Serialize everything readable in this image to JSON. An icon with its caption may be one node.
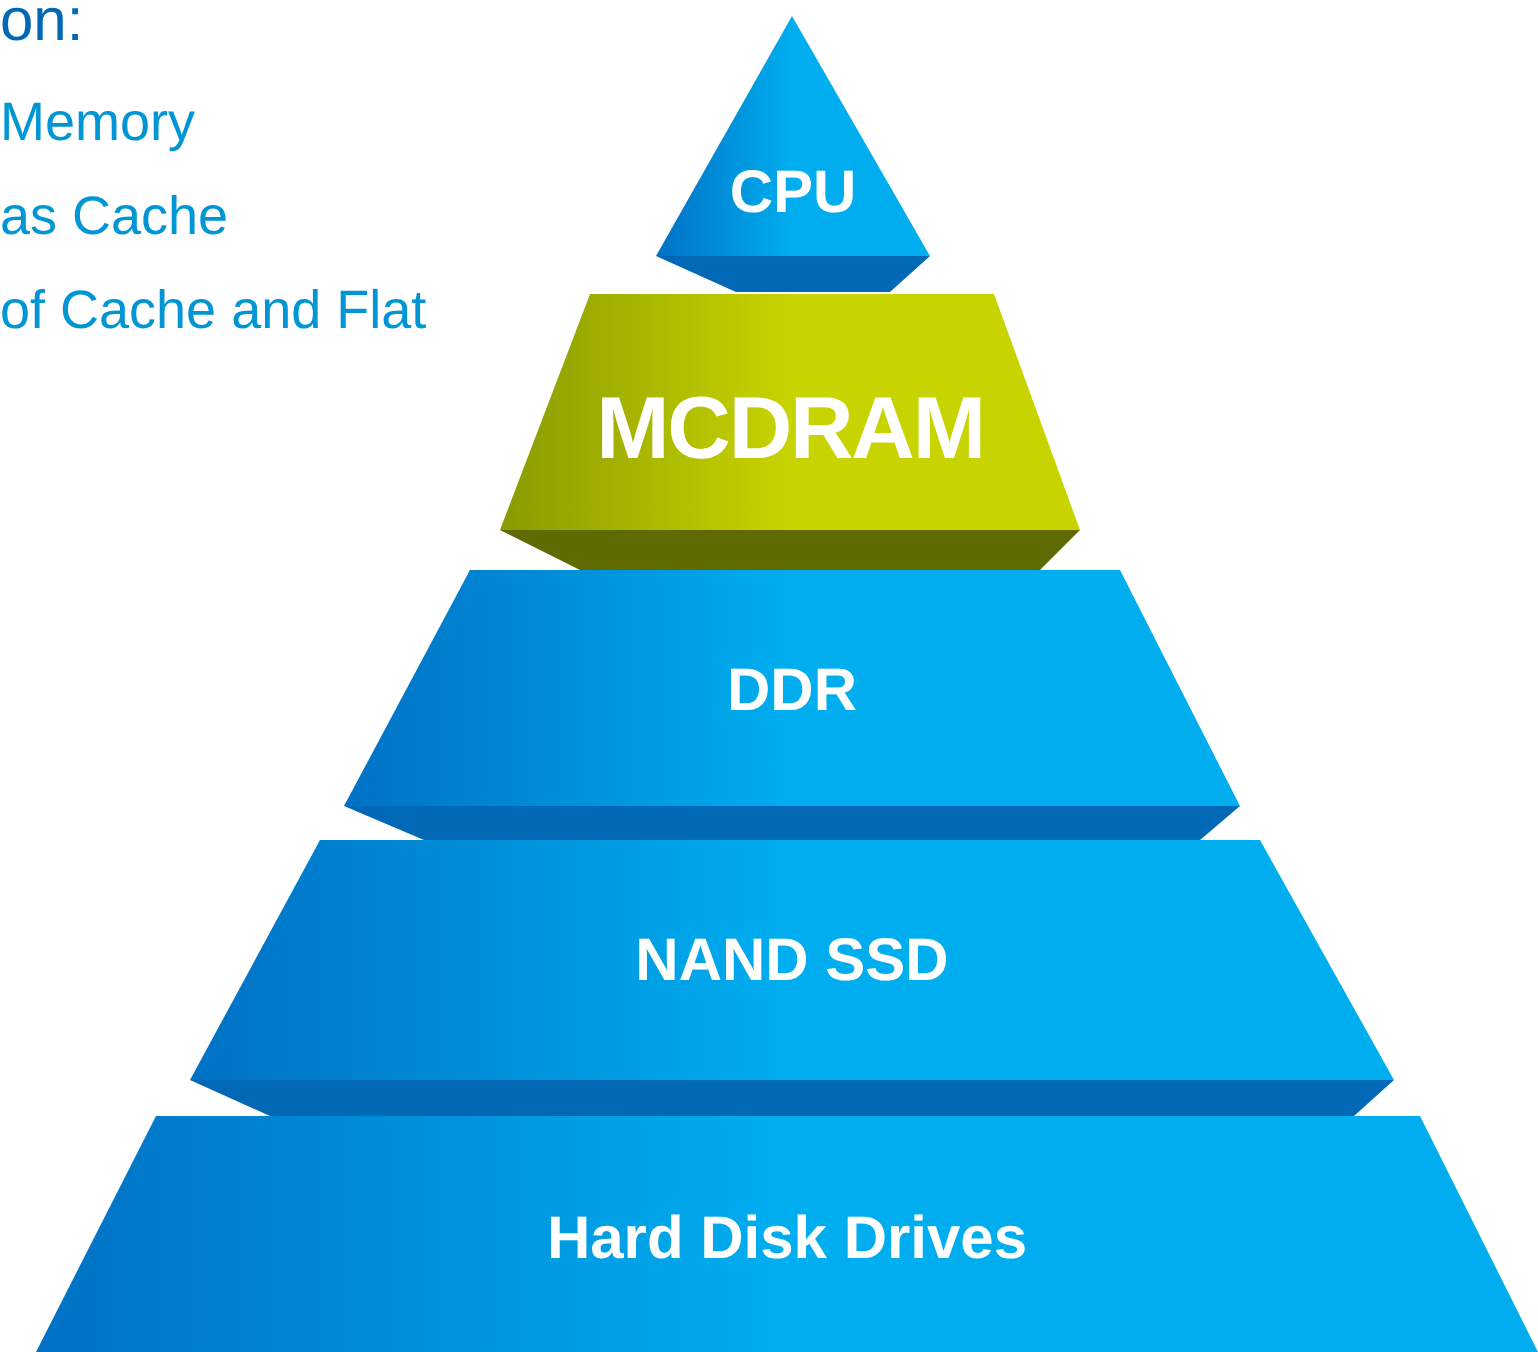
{
  "diagram": {
    "nodes": [
      {
        "text": [
          "CPU"
        ]
      },
      {
        "text": [
          "MCDRAM"
        ]
      },
      {
        "text": [
          "DDR"
        ]
      },
      {
        "text": [
          "NAND SSD"
        ]
      },
      {
        "text": [
          "Hard Disk Drives"
        ]
      }
    ],
    "labels": [
      "on:",
      "Memory",
      "as Cache",
      "of Cache and Flat"
    ]
  }
}
